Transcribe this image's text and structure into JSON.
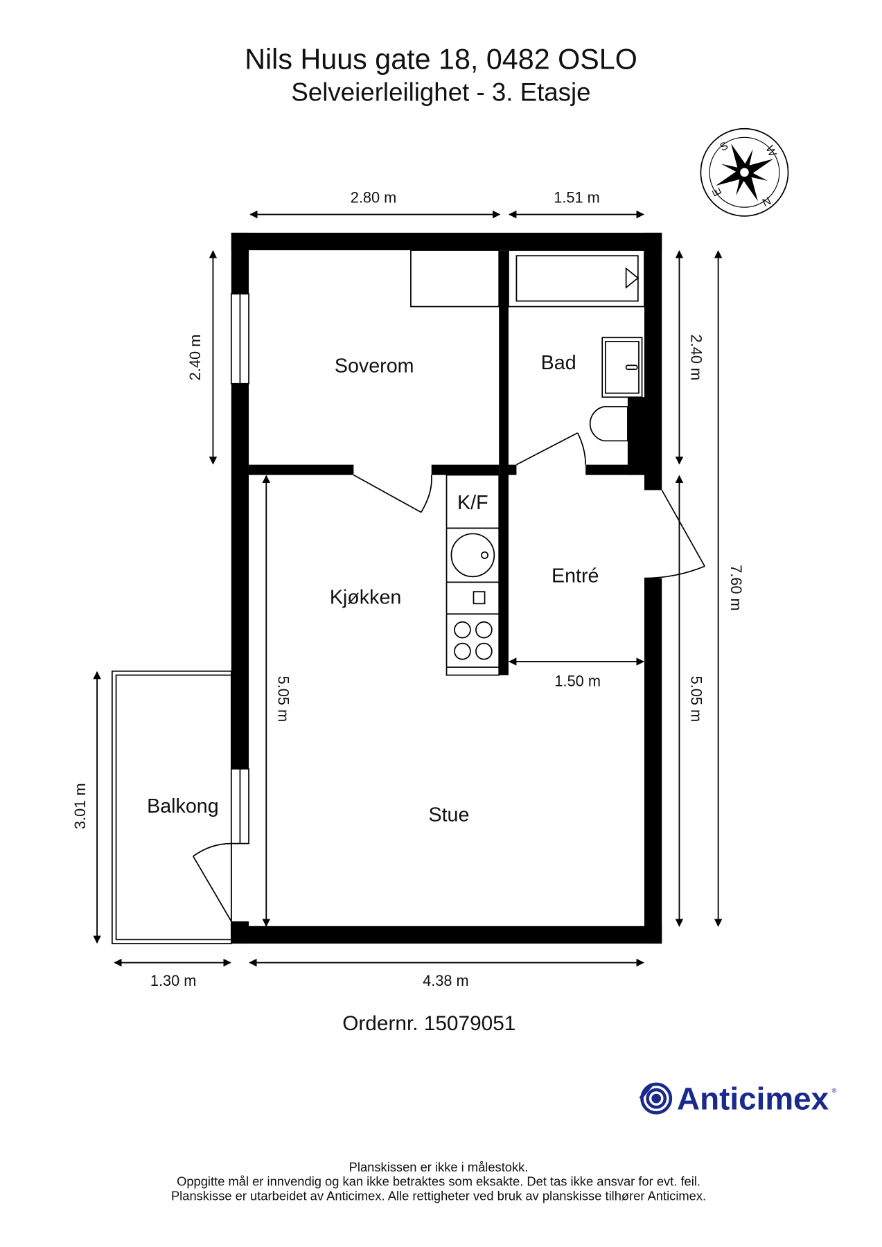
{
  "header": {
    "title": "Nils Huus  gate 18, 0482 OSLO",
    "subtitle": "Selveierleilighet  - 3. Etasje"
  },
  "compass": {
    "letters": [
      "S",
      "W",
      "N",
      "E"
    ]
  },
  "rooms": {
    "soverom": "Soverom",
    "bad": "Bad",
    "kf": "K/F",
    "entre": "Entré",
    "kjokken": "Kjøkken",
    "balkong": "Balkong",
    "stue": "Stue"
  },
  "dimensions": {
    "top_soverom": "2.80 m",
    "top_bad": "1.51 m",
    "left_soverom": "2.40 m",
    "right_bad": "2.40 m",
    "right_total": "7.60 m",
    "right_stue": "5.05 m",
    "inner_stue": "5.05 m",
    "entre_width": "1.50 m",
    "balkong_height": "3.01 m",
    "balkong_width": "1.30 m",
    "bottom_total": "4.38 m"
  },
  "order": "Ordernr. 15079051",
  "logo": {
    "text": "Anticimex",
    "color": "#1a2a8c"
  },
  "footer": [
    "Planskissen er ikke i målestokk.",
    "Oppgitte mål er innvendig og kan ikke betraktes som eksakte. Det tas ikke ansvar for evt. feil.",
    "Planskisse er utarbeidet av Anticimex. Alle rettigheter ved bruk av planskisse tilhører Anticimex."
  ]
}
